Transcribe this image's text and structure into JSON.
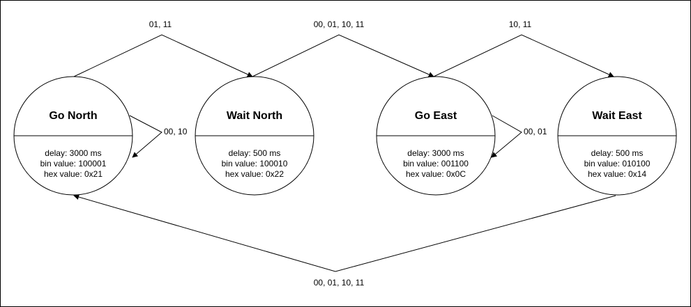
{
  "states": [
    {
      "id": "go-north",
      "name": "Go North",
      "delay": "delay: 3000 ms",
      "bin": "bin value: 100001",
      "hex": "hex value: 0x21"
    },
    {
      "id": "wait-north",
      "name": "Wait North",
      "delay": "delay: 500 ms",
      "bin": "bin value: 100010",
      "hex": "hex value: 0x22"
    },
    {
      "id": "go-east",
      "name": "Go East",
      "delay": "delay: 3000 ms",
      "bin": "bin value: 001100",
      "hex": "hex value: 0x0C"
    },
    {
      "id": "wait-east",
      "name": "Wait East",
      "delay": "delay: 500 ms",
      "bin": "bin value: 010100",
      "hex": "hex value: 0x14"
    }
  ],
  "transitions": [
    {
      "from": "go-north",
      "to": "wait-north",
      "label": "01, 11"
    },
    {
      "from": "go-north",
      "to": "go-north",
      "label": "00, 10"
    },
    {
      "from": "wait-north",
      "to": "go-east",
      "label": "00, 01, 10, 11"
    },
    {
      "from": "go-east",
      "to": "go-east",
      "label": "00, 01"
    },
    {
      "from": "go-east",
      "to": "wait-east",
      "label": "10, 11"
    },
    {
      "from": "wait-east",
      "to": "go-north",
      "label": "00, 01, 10, 11"
    }
  ]
}
